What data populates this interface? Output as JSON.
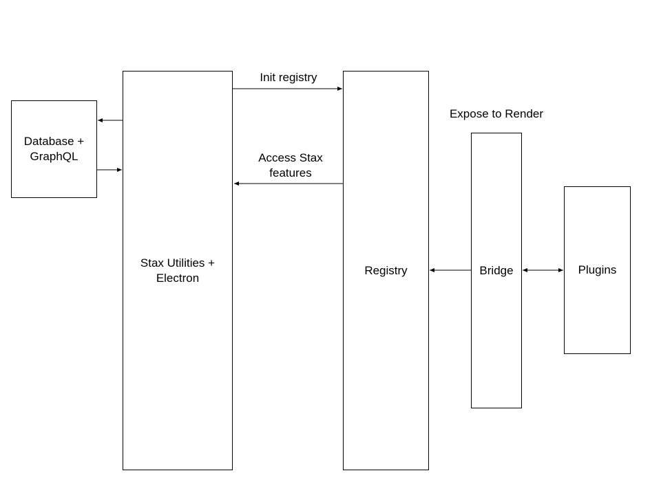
{
  "nodes": {
    "database": {
      "line1": "Database +",
      "line2": "GraphQL"
    },
    "stax": {
      "line1": "Stax Utilities +",
      "line2": "Electron"
    },
    "registry": {
      "label": "Registry"
    },
    "bridge": {
      "label": "Bridge"
    },
    "plugins": {
      "label": "Plugins"
    }
  },
  "edge_labels": {
    "init_registry": "Init registry",
    "access_stax_line1": "Access Stax",
    "access_stax_line2": "features",
    "expose_to_render": "Expose to Render"
  },
  "colors": {
    "stroke": "#000000",
    "background": "#ffffff"
  }
}
